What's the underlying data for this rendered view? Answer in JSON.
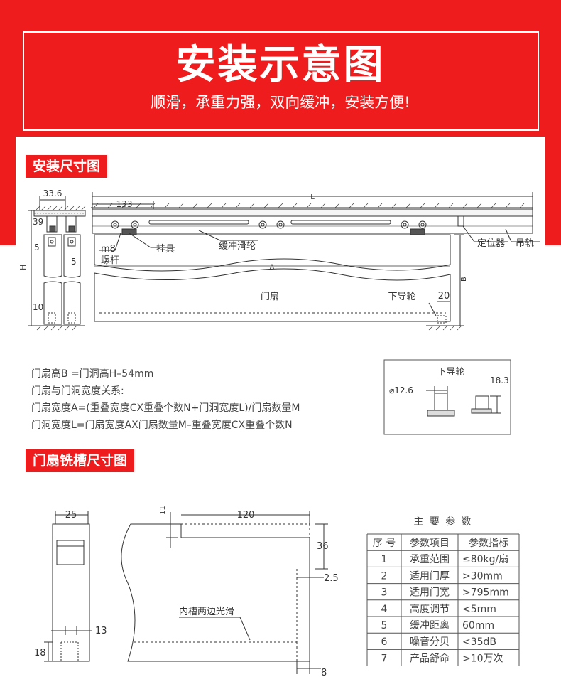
{
  "header": {
    "title": "安装示意图",
    "subtitle": "顺滑，承重力强，双向缓冲，安装方便!"
  },
  "install_section": {
    "title": "安装尺寸图",
    "dims": {
      "d33_6": "33.6",
      "d39": "39",
      "d5a": "5",
      "d5b": "5",
      "dH": "H",
      "d10": "10",
      "d133": "133",
      "dL": "L",
      "dA": "A",
      "dB": "B",
      "d20": "20"
    },
    "labels": {
      "m8": "m8",
      "luogan": "螺杆",
      "guaju": "挂具",
      "huanchong": "缓冲滑轮",
      "dingwei": "定位器",
      "diaogui": "吊轨",
      "menshan": "门扇",
      "xiadao": "下导轮"
    },
    "formulas": [
      "门扇高B =门洞高H–54mm",
      "门扇与门洞宽度关系:",
      "门扇宽度A=(重叠宽度CX重叠个数N+门洞宽度L)/门扇数量M",
      "门洞宽度L=门扇宽度AX门扇数量M–重叠宽度CX重叠个数N"
    ],
    "wheel_box": {
      "title": "下导轮",
      "d12_6": "⌀12.6",
      "d18_3": "18.3"
    }
  },
  "groove_section": {
    "title": "门扇铣槽尺寸图",
    "dims": {
      "d25": "25",
      "d13": "13",
      "d18": "18",
      "d11": "11",
      "d120": "120",
      "d36": "36",
      "d2_5": "2.5",
      "d8": "8"
    },
    "note": "内槽两边光滑"
  },
  "params": {
    "title": "主 要 参 数",
    "headers": [
      "序 号",
      "参数项目",
      "参数指标"
    ],
    "rows": [
      [
        "1",
        "承重范围",
        "≤80kg/扇"
      ],
      [
        "2",
        "适用门厚",
        ">30mm"
      ],
      [
        "3",
        "适用门宽",
        ">795mm"
      ],
      [
        "4",
        "高度调节",
        "<5mm"
      ],
      [
        "5",
        "缓冲距离",
        "60mm"
      ],
      [
        "6",
        "噪音分贝",
        "<35dB"
      ],
      [
        "7",
        "产品舒命",
        ">10万次"
      ]
    ]
  }
}
